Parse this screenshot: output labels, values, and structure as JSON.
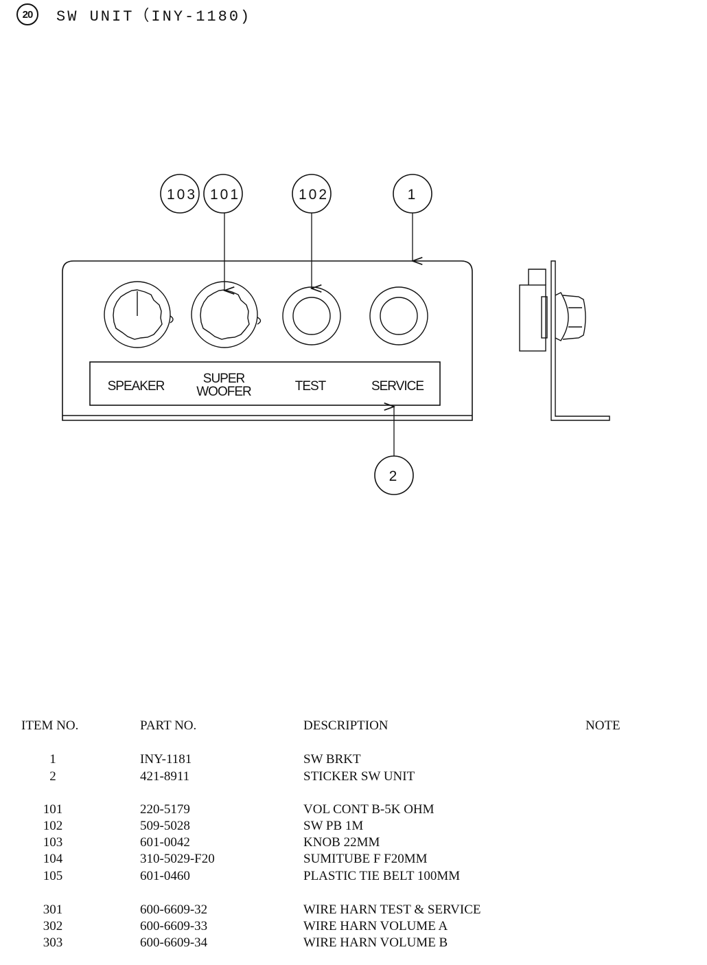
{
  "header": {
    "number": "20",
    "title": "SW UNIT（INY-1180)"
  },
  "callouts": [
    "103",
    "101",
    "102",
    "1",
    "2"
  ],
  "panel_labels": {
    "speaker": "SPEAKER",
    "super_woofer_line1": "SUPER",
    "super_woofer_line2": "WOOFER",
    "test": "TEST",
    "service": "SERVICE"
  },
  "table": {
    "headers": {
      "item": "ITEM NO.",
      "part": "PART NO.",
      "desc": "DESCRIPTION",
      "note": "NOTE"
    },
    "rows": [
      {
        "item": "1",
        "part": "INY-1181",
        "desc": "SW BRKT"
      },
      {
        "item": "2",
        "part": "421-8911",
        "desc": "STICKER SW UNIT"
      },
      {
        "item": "101",
        "part": "220-5179",
        "desc": "VOL CONT B-5K OHM"
      },
      {
        "item": "102",
        "part": "509-5028",
        "desc": "SW PB 1M"
      },
      {
        "item": "103",
        "part": "601-0042",
        "desc": "KNOB 22MM"
      },
      {
        "item": "104",
        "part": "310-5029-F20",
        "desc": "SUMITUBE F F20MM"
      },
      {
        "item": "105",
        "part": "601-0460",
        "desc": "PLASTIC TIE BELT 100MM"
      },
      {
        "item": "301",
        "part": "600-6609-32",
        "desc": "WIRE HARN TEST & SERVICE"
      },
      {
        "item": "302",
        "part": "600-6609-33",
        "desc": "WIRE HARN VOLUME A"
      },
      {
        "item": "303",
        "part": "600-6609-34",
        "desc": "WIRE HARN VOLUME B"
      }
    ]
  }
}
